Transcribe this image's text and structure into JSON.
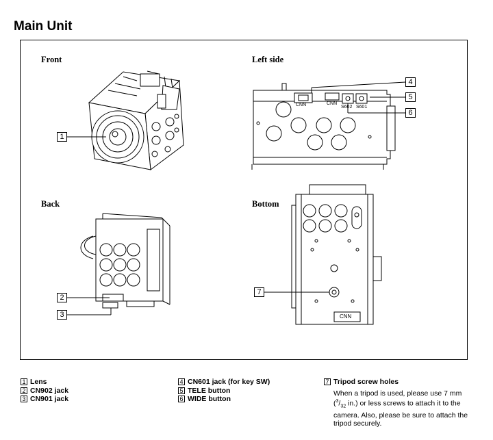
{
  "heading": "Main Unit",
  "views": {
    "front": "Front",
    "left_side": "Left side",
    "back": "Back",
    "bottom": "Bottom"
  },
  "connector_labels": {
    "cnn": "CNN",
    "s602": "S602",
    "s601": "S601"
  },
  "callouts": [
    "1",
    "2",
    "3",
    "4",
    "5",
    "6",
    "7"
  ],
  "legend": [
    {
      "num": "1",
      "label": "Lens"
    },
    {
      "num": "2",
      "label": "CN902 jack"
    },
    {
      "num": "3",
      "label": "CN901 jack"
    },
    {
      "num": "4",
      "label": "CN601 jack (for key SW)"
    },
    {
      "num": "5",
      "label": "TELE button"
    },
    {
      "num": "6",
      "label": "WIDE button"
    },
    {
      "num": "7",
      "label": "Tripod screw holes"
    }
  ],
  "tripod_note_pre": "When a tripod is used, please use 7 mm (",
  "tripod_note_frac_num": "3",
  "tripod_note_frac_den": "32",
  "tripod_note_post": " in.) or less screws to attach it to the camera. Also, please be sure to attach the tripod securely."
}
